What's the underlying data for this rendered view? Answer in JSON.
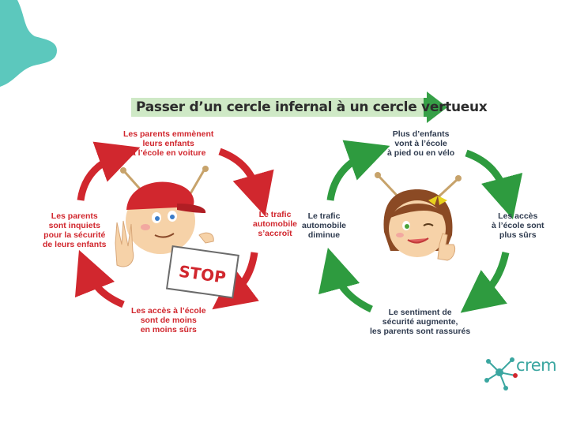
{
  "banner": {
    "title": "Passer d’un cercle infernal à un cercle vertueux"
  },
  "vicious_cycle": {
    "top": [
      "Les parents emmènent",
      "leurs enfants",
      "à l’école en voiture"
    ],
    "right": [
      "Le trafic",
      "automobile",
      "s’accroît"
    ],
    "bottom": [
      "Les accès à l’école",
      "sont de moins",
      "en moins sûrs"
    ],
    "left": [
      "Les parents",
      "sont inquiets",
      "pour la sécurité",
      "de leurs enfants"
    ],
    "stop_sign": "STOP"
  },
  "virtuous_cycle": {
    "top": [
      "Plus d’enfants",
      "vont à l’école",
      "à pied ou en vélo"
    ],
    "right": [
      "Les accès",
      "à l’école sont",
      "plus sûrs"
    ],
    "bottom": [
      "Le sentiment de",
      "sécurité augmente,",
      "les parents sont rassurés"
    ],
    "left": [
      "Le trafic",
      "automobile",
      "diminue"
    ]
  },
  "logo": {
    "name": "crem"
  },
  "colors": {
    "red_arrows": "#d1272e",
    "green_arrows": "#2e9b3f",
    "banner": "#36a047",
    "teal_deco": "#5cc8bd"
  }
}
